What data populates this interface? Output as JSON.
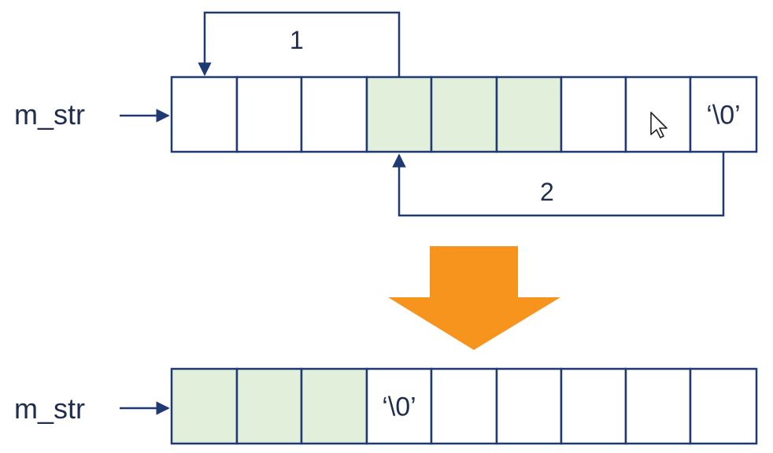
{
  "colors": {
    "cell_border": "#1f3a73",
    "cell_filled": "#e2efda",
    "cell_empty": "#ffffff",
    "text": "#1f2d4f",
    "arrow_down": "#f7941d"
  },
  "top_array": {
    "pointer_label": "m_str",
    "cells": [
      {
        "text": "",
        "filled": false
      },
      {
        "text": "",
        "filled": false
      },
      {
        "text": "",
        "filled": false
      },
      {
        "text": "",
        "filled": true
      },
      {
        "text": "",
        "filled": true
      },
      {
        "text": "",
        "filled": true
      },
      {
        "text": "",
        "filled": false
      },
      {
        "text": "",
        "filled": false
      },
      {
        "text": "‘\\0’",
        "filled": false
      }
    ],
    "step1_label": "1",
    "step2_label": "2"
  },
  "transition_icon": "orange-down-arrow-icon",
  "cursor_icon": "mouse-pointer-icon",
  "bottom_array": {
    "pointer_label": "m_str",
    "cells": [
      {
        "text": "",
        "filled": true
      },
      {
        "text": "",
        "filled": true
      },
      {
        "text": "",
        "filled": true
      },
      {
        "text": "‘\\0’",
        "filled": false
      },
      {
        "text": "",
        "filled": false
      },
      {
        "text": "",
        "filled": false
      },
      {
        "text": "",
        "filled": false
      },
      {
        "text": "",
        "filled": false
      },
      {
        "text": "",
        "filled": false
      }
    ]
  }
}
